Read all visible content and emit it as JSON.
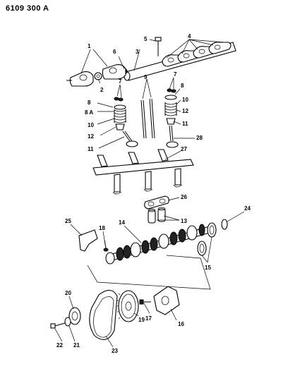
{
  "header": {
    "code": "6109 300 A"
  },
  "callouts": [
    {
      "id": "c1",
      "text": "1"
    },
    {
      "id": "c2",
      "text": "2"
    },
    {
      "id": "c3",
      "text": "3"
    },
    {
      "id": "c4",
      "text": "4"
    },
    {
      "id": "c5",
      "text": "5"
    },
    {
      "id": "c6",
      "text": "6"
    },
    {
      "id": "c7a",
      "text": "7"
    },
    {
      "id": "c7b",
      "text": "7"
    },
    {
      "id": "c8a",
      "text": "8"
    },
    {
      "id": "c8b",
      "text": "8"
    },
    {
      "id": "c8A",
      "text": "8 A"
    },
    {
      "id": "c9",
      "text": "9"
    },
    {
      "id": "c10a",
      "text": "10"
    },
    {
      "id": "c10b",
      "text": "10"
    },
    {
      "id": "c11a",
      "text": "11"
    },
    {
      "id": "c11b",
      "text": "11"
    },
    {
      "id": "c12a",
      "text": "12"
    },
    {
      "id": "c12b",
      "text": "12"
    },
    {
      "id": "c13",
      "text": "13"
    },
    {
      "id": "c14",
      "text": "14"
    },
    {
      "id": "c15",
      "text": "15"
    },
    {
      "id": "c16",
      "text": "16"
    },
    {
      "id": "c17",
      "text": "17"
    },
    {
      "id": "c18",
      "text": "18"
    },
    {
      "id": "c19",
      "text": "19"
    },
    {
      "id": "c20",
      "text": "20"
    },
    {
      "id": "c21",
      "text": "21"
    },
    {
      "id": "c22",
      "text": "22"
    },
    {
      "id": "c23",
      "text": "23"
    },
    {
      "id": "c24",
      "text": "24"
    },
    {
      "id": "c25",
      "text": "25"
    },
    {
      "id": "c26",
      "text": "26"
    },
    {
      "id": "c27",
      "text": "27"
    },
    {
      "id": "c28",
      "text": "28"
    }
  ]
}
